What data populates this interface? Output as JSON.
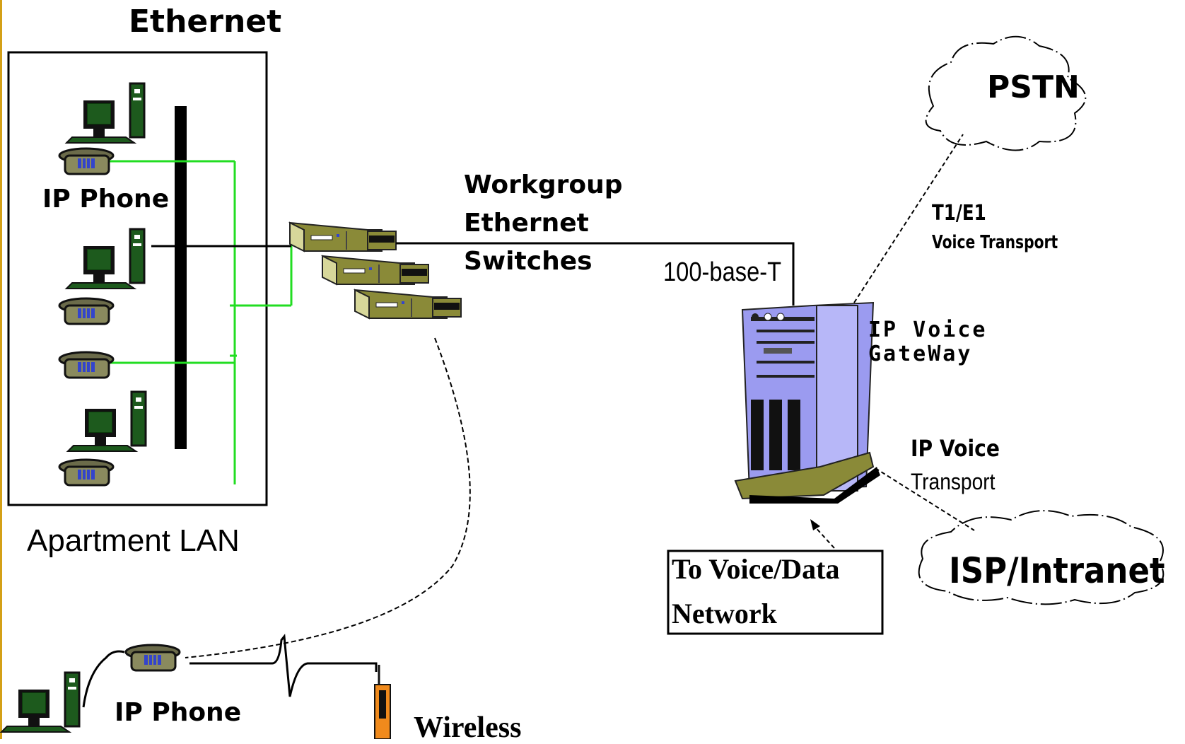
{
  "labels": {
    "ethernet": "Ethernet",
    "ip_phone_lan": "IP Phone",
    "apartment_lan": "Apartment LAN",
    "switches": [
      "Workgroup",
      "Ethernet",
      "Switches"
    ],
    "base_t": "100-base-T",
    "pstn": "PSTN",
    "t1e1": [
      "T1/E1",
      "Voice Transport"
    ],
    "gateway": [
      "IP Voice",
      "GateWay"
    ],
    "ip_voice_transport": [
      "IP Voice",
      "Transport"
    ],
    "to_network": [
      "To Voice/Data",
      "Network"
    ],
    "isp": "ISP/Intranet",
    "ip_phone_remote": "IP Phone",
    "wireless": "Wireless"
  },
  "icons": {
    "computer": "desktop-computer-icon",
    "phone": "desk-phone-icon",
    "switch": "ethernet-switch-icon",
    "gateway": "server-tower-icon",
    "cloud": "cloud-icon",
    "mobile": "wireless-handset-icon"
  },
  "colors": {
    "lan_link": "#22dd22",
    "equipment_olive": "#8a8a38",
    "monitor_screen": "#0b3a0b",
    "gateway_lavender": "#9b9bf0",
    "phone_keys": "#3344cc",
    "accent_border": "#d4a017"
  }
}
